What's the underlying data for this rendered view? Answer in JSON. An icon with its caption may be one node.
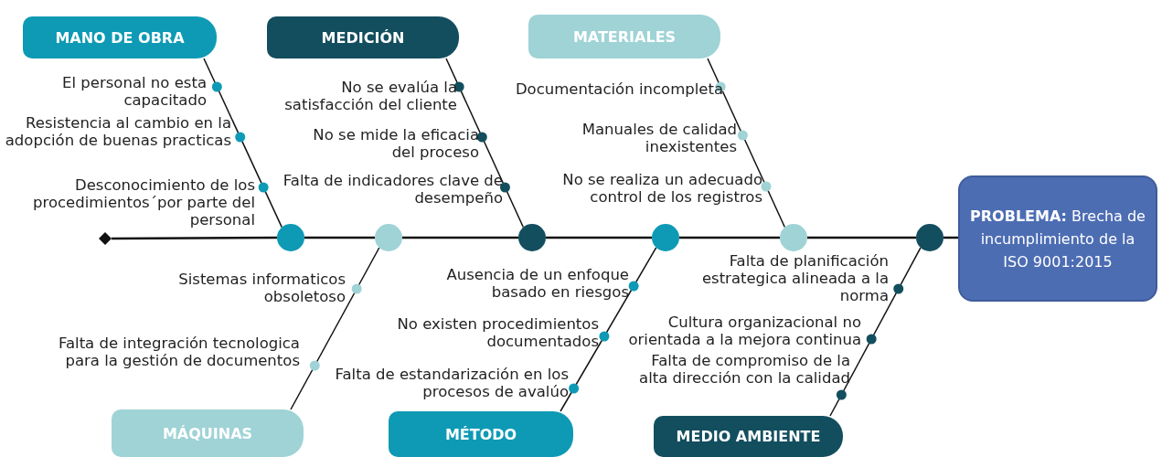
{
  "diagram": {
    "nodes": [
      {
        "text": [
          "MANO DE OBRA"
        ]
      },
      {
        "text": [
          "El personal no esta capacitado"
        ]
      },
      {
        "text": [
          "Resistencia al cambio en la adopción de buenas practicas"
        ]
      },
      {
        "text": [
          "Desconocimiento de los procedimientos´por parte del personal"
        ]
      },
      {
        "text": [
          "MEDICIÓN"
        ]
      },
      {
        "text": [
          "No se evalúa la satisfacción del cliente"
        ]
      },
      {
        "text": [
          "No se mide la eficacia del proceso"
        ]
      },
      {
        "text": [
          "Falta de indicadores clave de desempeño"
        ]
      },
      {
        "text": [
          "MATERIALES"
        ]
      },
      {
        "text": [
          "Documentación incompleta"
        ]
      },
      {
        "text": [
          "Manuales de calidad inexistentes"
        ]
      },
      {
        "text": [
          "No se realiza un adecuado control de los registros"
        ]
      },
      {
        "text": [
          "**PROBLEMA:** Brecha de incumplimiento de la ISO 9001:2015"
        ]
      },
      {
        "text": [],
        "shape": "circle"
      },
      {
        "text": [],
        "shape": "circle"
      },
      {
        "text": [],
        "shape": "circle"
      },
      {
        "text": [],
        "shape": "circle"
      },
      {
        "text": [],
        "shape": "circle"
      },
      {
        "text": [],
        "shape": "circle"
      },
      {
        "text": [
          "Sistemas informaticos obsoletoso"
        ]
      },
      {
        "text": [
          "Falta de integración tecnologica para la gestión de documentos"
        ]
      },
      {
        "text": [
          "MÁQUINAS"
        ]
      },
      {
        "text": [
          "Ausencia de un enfoque basado en riesgos"
        ]
      },
      {
        "text": [
          "No existen procedimientos documentados"
        ]
      },
      {
        "text": [
          "Falta de estandarización en los procesos de avalúo"
        ]
      },
      {
        "text": [
          "MÉTODO"
        ]
      },
      {
        "text": [
          "Falta de planificación estrategica alineada a la norma"
        ]
      },
      {
        "text": [
          "Cultura organizacional no orientada a la mejora continua"
        ]
      },
      {
        "text": [
          "Falta de compromiso de la alta dirección con la calidad"
        ]
      },
      {
        "text": [
          "MEDIO AMBIENTE"
        ]
      },
      {
        "text": [],
        "shape": "diamond"
      }
    ],
    "edges": [
      {
        "from": 0,
        "to": 13,
        "arrow": "none"
      },
      {
        "from": 4,
        "to": 15,
        "arrow": "none"
      },
      {
        "from": 8,
        "to": 17,
        "arrow": "none"
      },
      {
        "from": 21,
        "to": 14,
        "arrow": "none"
      },
      {
        "from": 25,
        "to": 16,
        "arrow": "none"
      },
      {
        "from": 29,
        "to": 18,
        "arrow": "none"
      },
      {
        "from": 30,
        "to": 13,
        "arrow": "none"
      },
      {
        "from": 13,
        "to": 14,
        "arrow": "none"
      },
      {
        "from": 14,
        "to": 15,
        "arrow": "none"
      },
      {
        "from": 15,
        "to": 16,
        "arrow": "none"
      },
      {
        "from": 16,
        "to": 17,
        "arrow": "none"
      },
      {
        "from": 17,
        "to": 18,
        "arrow": "none"
      },
      {
        "from": 18,
        "to": 12,
        "arrow": "none"
      }
    ]
  }
}
